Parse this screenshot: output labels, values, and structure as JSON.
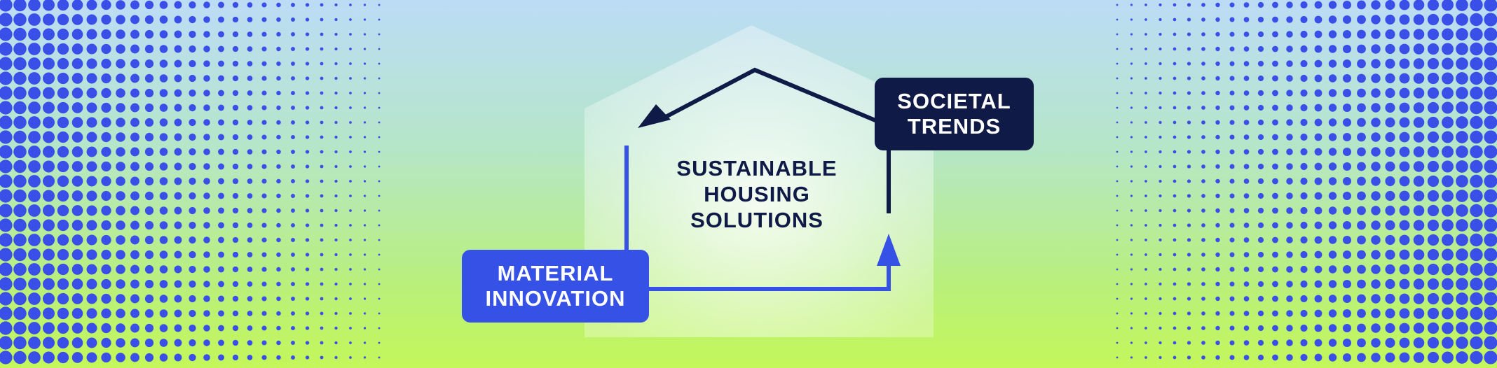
{
  "diagram": {
    "center_lines": [
      "SUSTAINABLE",
      "HOUSING",
      "SOLUTIONS"
    ],
    "societal_lines": [
      "SOCIETAL",
      "TRENDS"
    ],
    "material_lines": [
      "MATERIAL",
      "INNOVATION"
    ]
  },
  "colors": {
    "navy": "#0f1a47",
    "blue": "#3551e6",
    "dots": "#3a4fe8"
  }
}
